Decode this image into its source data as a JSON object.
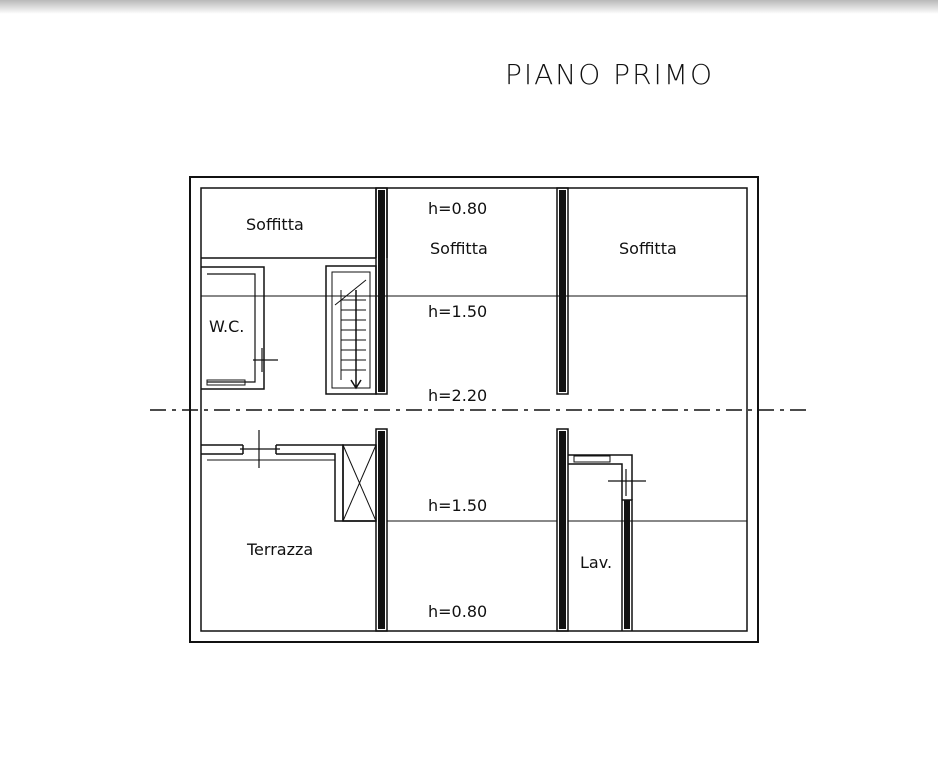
{
  "title": "PIANO PRIMO",
  "rooms": {
    "soffitta_left": "Soffitta",
    "wc": "W.C.",
    "soffitta_center": "Soffitta",
    "soffitta_right": "Soffitta",
    "terrazza": "Terrazza",
    "lav": "Lav."
  },
  "heights": {
    "top": "h=0.80",
    "upper_mid": "h=1.50",
    "ridge": "h=2.20",
    "lower_mid": "h=1.50",
    "bottom": "h=0.80"
  }
}
